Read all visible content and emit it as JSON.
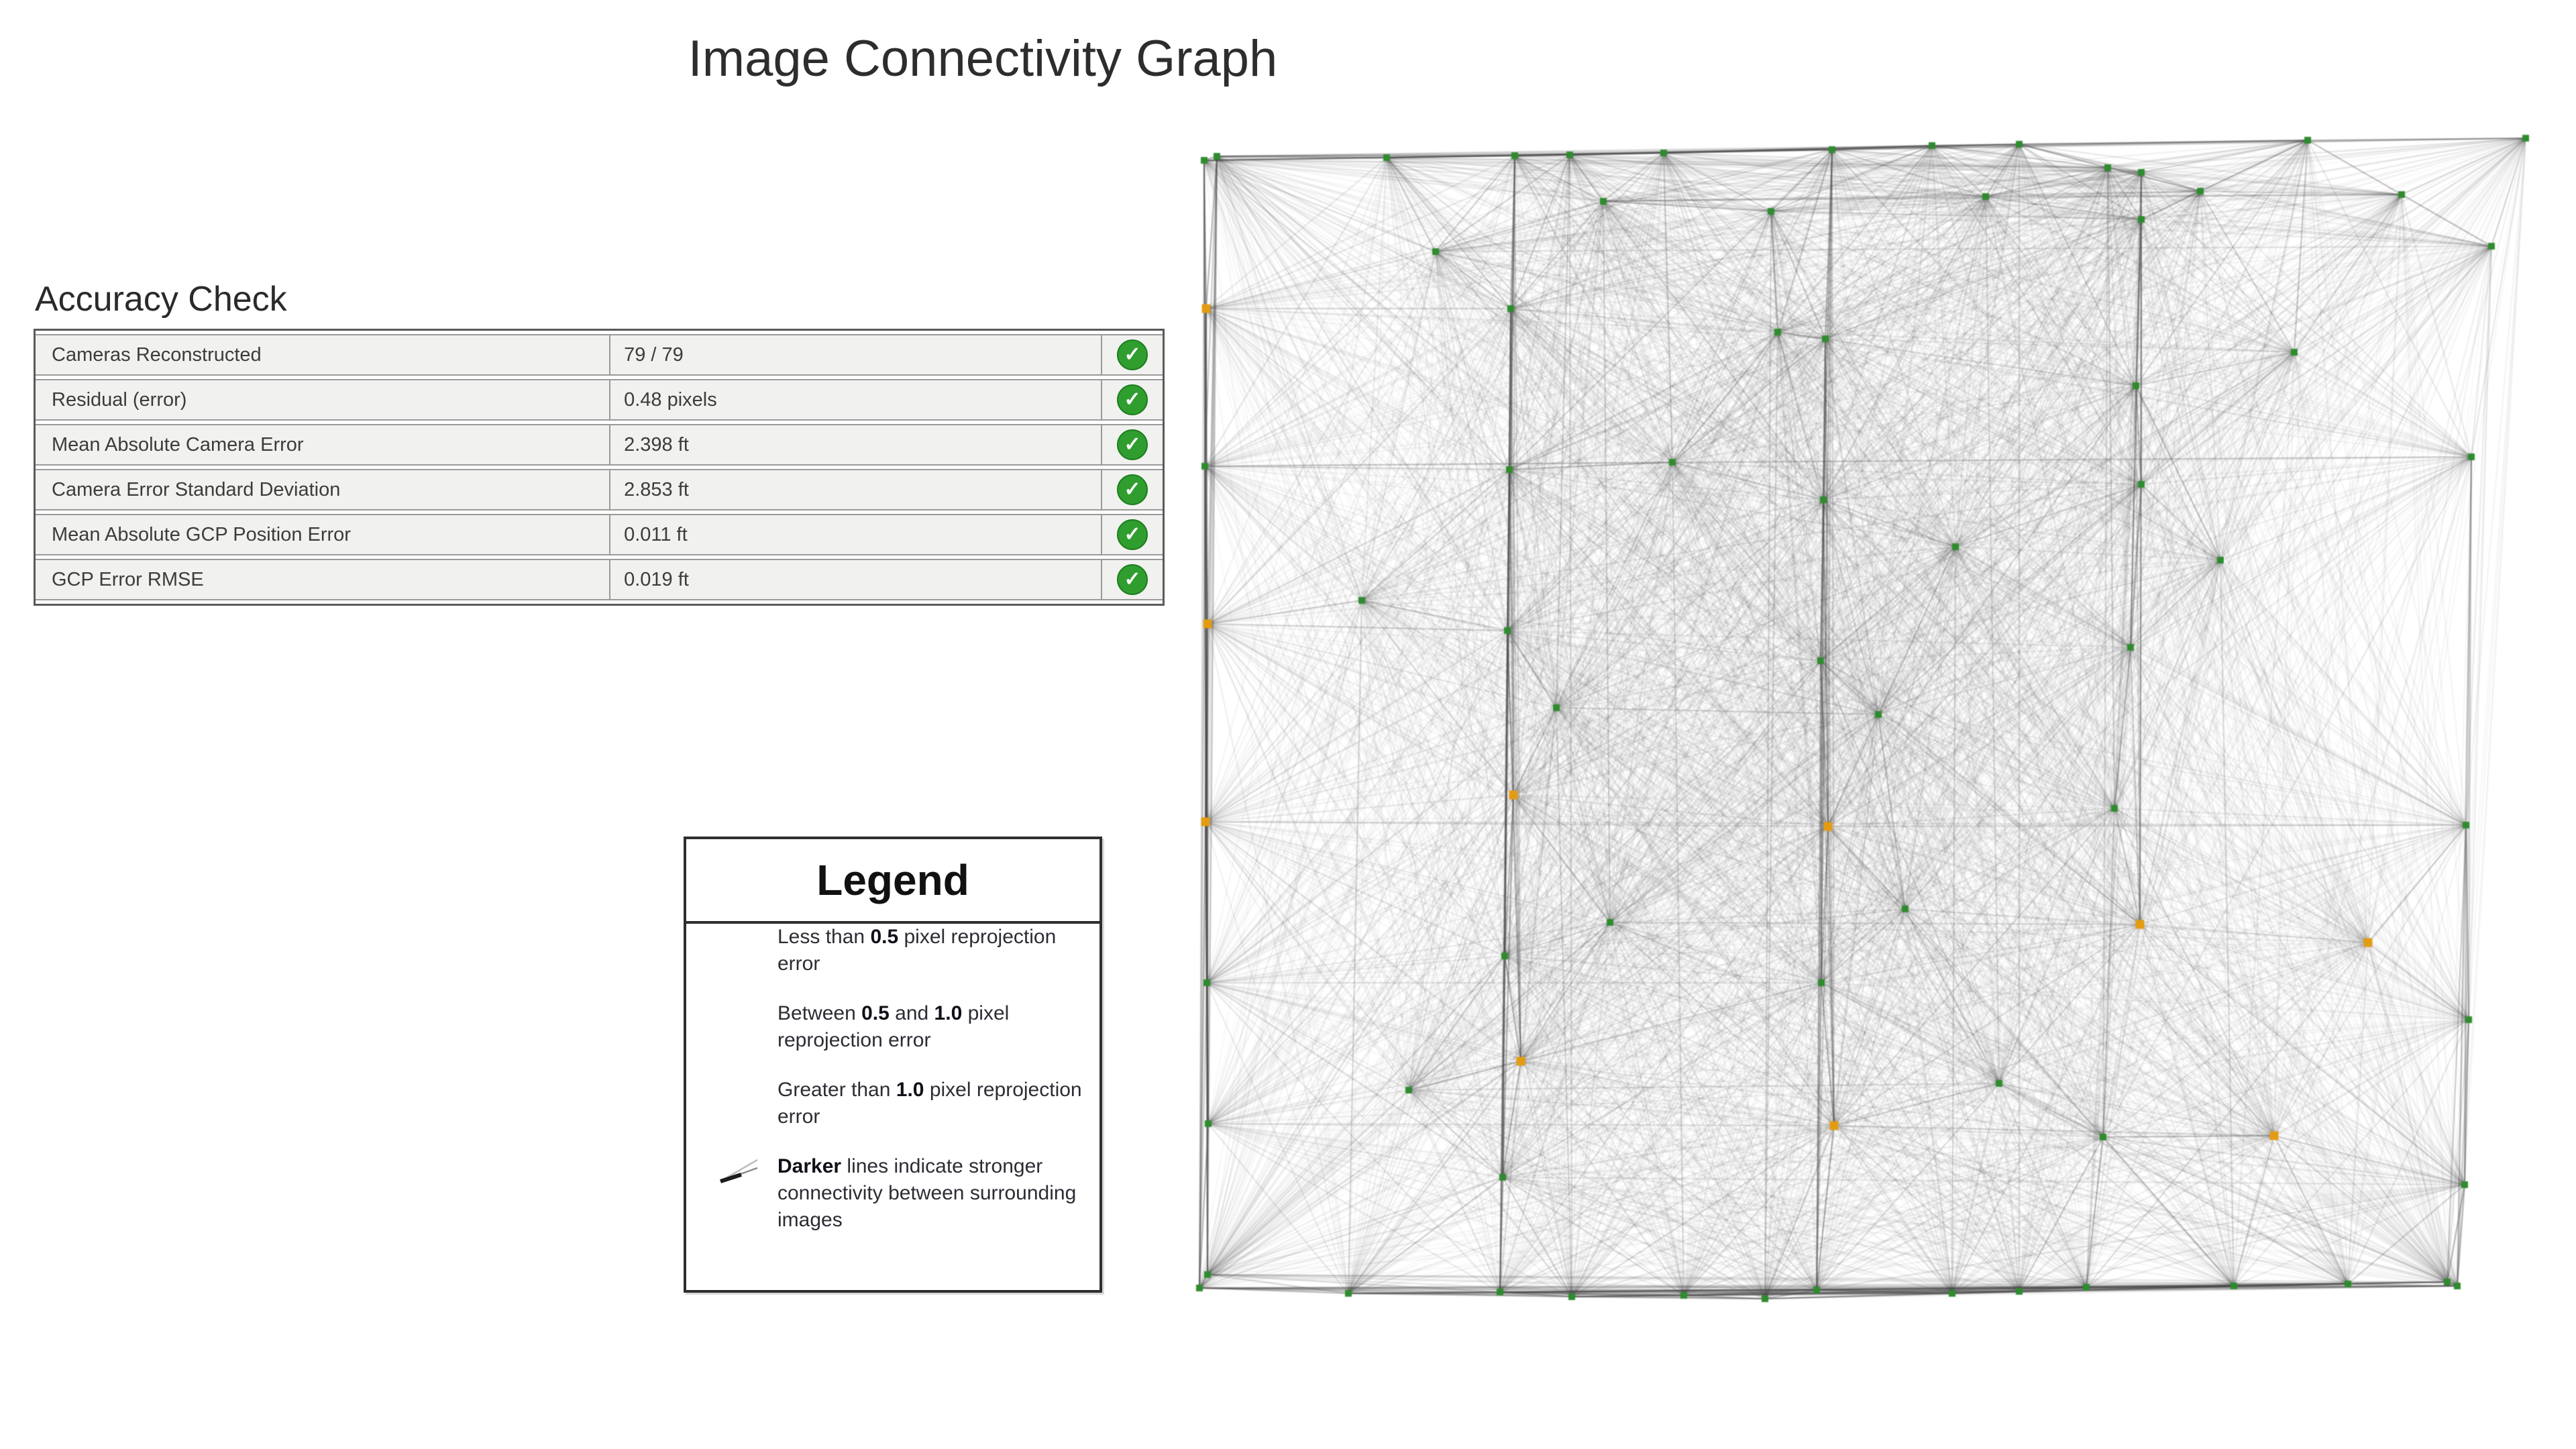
{
  "page": {
    "title": "Image Connectivity Graph"
  },
  "accuracy_check": {
    "heading": "Accuracy Check",
    "pass_color": "#2f9e2f",
    "rows": [
      {
        "label": "Cameras Reconstructed",
        "value": "79 / 79",
        "status": "pass",
        "status_icon": "check-circle"
      },
      {
        "label": "Residual (error)",
        "value": "0.48 pixels",
        "status": "pass",
        "status_icon": "check-circle"
      },
      {
        "label": "Mean Absolute Camera Error",
        "value": "2.398 ft",
        "status": "pass",
        "status_icon": "check-circle"
      },
      {
        "label": "Camera Error Standard Deviation",
        "value": "2.853 ft",
        "status": "pass",
        "status_icon": "check-circle"
      },
      {
        "label": "Mean Absolute GCP Position Error",
        "value": "0.011 ft",
        "status": "pass",
        "status_icon": "check-circle"
      },
      {
        "label": "GCP Error RMSE",
        "value": "0.019 ft",
        "status": "pass",
        "status_icon": "check-circle"
      }
    ],
    "check_glyph": "✓"
  },
  "legend": {
    "heading": "Legend",
    "items": [
      {
        "icon": "green-node-icon",
        "color": "#1f9c1f",
        "pre": "Less than ",
        "b1": "0.5",
        "mid": " pixel reprojection error",
        "b2": "",
        "post": ""
      },
      {
        "icon": "orange-node-icon",
        "color": "#f6a81c",
        "pre": "Between ",
        "b1": "0.5",
        "mid": " and ",
        "b2": "1.0",
        "post": " pixel reprojection error"
      },
      {
        "icon": "red-node-icon",
        "color": "#b31717",
        "pre": "Greater than ",
        "b1": "1.0",
        "mid": " pixel reprojection error",
        "b2": "",
        "post": ""
      },
      {
        "icon": "connectivity-lines-icon",
        "color": "",
        "pre": "",
        "b1": "Darker",
        "mid": " lines indicate stronger connectivity between surrounding images",
        "b2": "",
        "post": ""
      }
    ]
  },
  "graph": {
    "description": "Image connectivity graph of 79 reconstructed cameras; darker lines = stronger connectivity",
    "edge_color": "#3f3f3f",
    "node_colors": {
      "g": "#2e8b2e",
      "o": "#e39c12"
    },
    "nodes": [
      [
        15,
        44,
        "g"
      ],
      [
        34,
        38,
        "g"
      ],
      [
        18,
        265,
        "o"
      ],
      [
        16,
        500,
        "g"
      ],
      [
        20,
        735,
        "o"
      ],
      [
        17,
        1030,
        "o"
      ],
      [
        19,
        1270,
        "g"
      ],
      [
        21,
        1480,
        "g"
      ],
      [
        20,
        1705,
        "g"
      ],
      [
        8,
        1725,
        "g"
      ],
      [
        478,
        37,
        "g"
      ],
      [
        472,
        265,
        "g"
      ],
      [
        470,
        505,
        "g"
      ],
      [
        467,
        745,
        "g"
      ],
      [
        476,
        990,
        "o"
      ],
      [
        463,
        1230,
        "g"
      ],
      [
        487,
        1387,
        "o"
      ],
      [
        460,
        1560,
        "g"
      ],
      [
        456,
        1731,
        "g"
      ],
      [
        951,
        28,
        "g"
      ],
      [
        941,
        310,
        "g"
      ],
      [
        938,
        550,
        "g"
      ],
      [
        934,
        790,
        "g"
      ],
      [
        945,
        1037,
        "o"
      ],
      [
        935,
        1270,
        "g"
      ],
      [
        954,
        1483,
        "o"
      ],
      [
        928,
        1728,
        "g"
      ],
      [
        1362,
        55,
        "g"
      ],
      [
        1412,
        62,
        "g"
      ],
      [
        1412,
        132,
        "g"
      ],
      [
        1404,
        380,
        "g"
      ],
      [
        1412,
        527,
        "g"
      ],
      [
        1396,
        770,
        "g"
      ],
      [
        1410,
        1183,
        "o"
      ],
      [
        1372,
        1010,
        "g"
      ],
      [
        1355,
        1500,
        "g"
      ],
      [
        1330,
        1724,
        "g"
      ],
      [
        1985,
        11,
        "g"
      ],
      [
        1934,
        172,
        "g"
      ],
      [
        1904,
        486,
        "g"
      ],
      [
        1896,
        1035,
        "g"
      ],
      [
        1900,
        1325,
        "g"
      ],
      [
        1894,
        1571,
        "g"
      ],
      [
        1868,
        1716,
        "g"
      ],
      [
        1883,
        1722,
        "g"
      ],
      [
        287,
        40,
        "g"
      ],
      [
        560,
        36,
        "g"
      ],
      [
        700,
        33,
        "g"
      ],
      [
        1100,
        22,
        "g"
      ],
      [
        1230,
        20,
        "g"
      ],
      [
        1660,
        14,
        "g"
      ],
      [
        610,
        105,
        "g"
      ],
      [
        860,
        120,
        "g"
      ],
      [
        1180,
        98,
        "g"
      ],
      [
        1500,
        90,
        "g"
      ],
      [
        1800,
        95,
        "g"
      ],
      [
        230,
        1733,
        "g"
      ],
      [
        563,
        1738,
        "g"
      ],
      [
        730,
        1736,
        "g"
      ],
      [
        851,
        1741,
        "g"
      ],
      [
        1130,
        1733,
        "g"
      ],
      [
        1230,
        1730,
        "g"
      ],
      [
        1550,
        1722,
        "g"
      ],
      [
        1720,
        1719,
        "g"
      ],
      [
        713,
        494,
        "g"
      ],
      [
        250,
        700,
        "g"
      ],
      [
        1135,
        620,
        "g"
      ],
      [
        1530,
        640,
        "g"
      ],
      [
        320,
        1430,
        "g"
      ],
      [
        1200,
        1420,
        "g"
      ],
      [
        620,
        1180,
        "g"
      ],
      [
        870,
        300,
        "g"
      ],
      [
        1750,
        1210,
        "o"
      ],
      [
        540,
        860,
        "g"
      ],
      [
        1020,
        870,
        "g"
      ],
      [
        1640,
        330,
        "g"
      ],
      [
        1610,
        1498,
        "o"
      ],
      [
        360,
        180,
        "g"
      ],
      [
        1060,
        1160,
        "g"
      ]
    ]
  }
}
